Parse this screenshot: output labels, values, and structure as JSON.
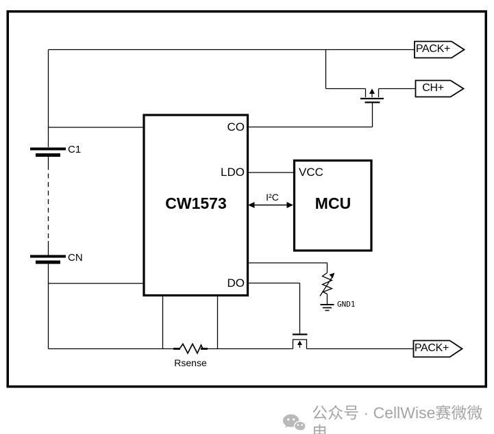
{
  "diagram": {
    "ic": {
      "name": "CW1573",
      "pin_co": "CO",
      "pin_ldo": "LDO",
      "pin_do": "DO"
    },
    "mcu": {
      "name": "MCU",
      "pin_vcc": "VCC"
    },
    "bus_label": "I²C",
    "battery_top_label": "C1",
    "battery_bottom_label": "CN",
    "sense_resistor_label": "Rsense",
    "ground_label": "GND1",
    "connector_pack_top": "PACK+",
    "connector_charge": "CH+",
    "connector_pack_bottom": "PACK+"
  },
  "watermark": {
    "text": "公众号 · CellWise赛微微电"
  },
  "colors": {
    "line": "#000000",
    "watermark_text": "#a5a5a5",
    "watermark_icon": "#b9b9b9",
    "background": "#ffffff"
  }
}
